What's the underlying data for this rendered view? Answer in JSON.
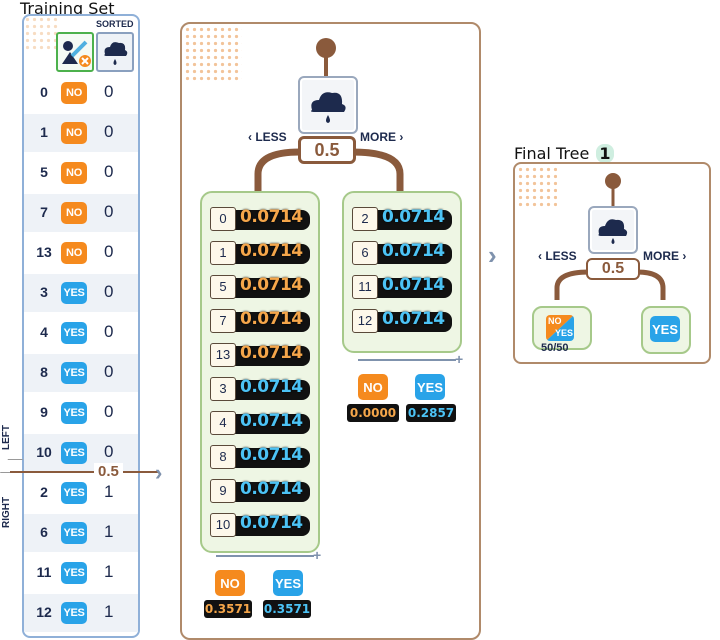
{
  "training_set": {
    "title": "Training Set",
    "sorted_label": "SORTED",
    "left_label": "LEFT",
    "right_label": "RIGHT",
    "split_value": "0.5",
    "rows": [
      {
        "id": "0",
        "label": "NO",
        "value": "0"
      },
      {
        "id": "1",
        "label": "NO",
        "value": "0"
      },
      {
        "id": "5",
        "label": "NO",
        "value": "0"
      },
      {
        "id": "7",
        "label": "NO",
        "value": "0"
      },
      {
        "id": "13",
        "label": "NO",
        "value": "0"
      },
      {
        "id": "3",
        "label": "YES",
        "value": "0"
      },
      {
        "id": "4",
        "label": "YES",
        "value": "0"
      },
      {
        "id": "8",
        "label": "YES",
        "value": "0"
      },
      {
        "id": "9",
        "label": "YES",
        "value": "0"
      },
      {
        "id": "10",
        "label": "YES",
        "value": "0"
      },
      {
        "id": "2",
        "label": "YES",
        "value": "1"
      },
      {
        "id": "6",
        "label": "YES",
        "value": "1"
      },
      {
        "id": "11",
        "label": "YES",
        "value": "1"
      },
      {
        "id": "12",
        "label": "YES",
        "value": "1"
      }
    ]
  },
  "split_panel": {
    "less_label": "LESS",
    "more_label": "MORE",
    "threshold": "0.5",
    "left_items": [
      {
        "id": "0",
        "weight": "0.0714",
        "cls": "NO"
      },
      {
        "id": "1",
        "weight": "0.0714",
        "cls": "NO"
      },
      {
        "id": "5",
        "weight": "0.0714",
        "cls": "NO"
      },
      {
        "id": "7",
        "weight": "0.0714",
        "cls": "NO"
      },
      {
        "id": "13",
        "weight": "0.0714",
        "cls": "NO"
      },
      {
        "id": "3",
        "weight": "0.0714",
        "cls": "YES"
      },
      {
        "id": "4",
        "weight": "0.0714",
        "cls": "YES"
      },
      {
        "id": "8",
        "weight": "0.0714",
        "cls": "YES"
      },
      {
        "id": "9",
        "weight": "0.0714",
        "cls": "YES"
      },
      {
        "id": "10",
        "weight": "0.0714",
        "cls": "YES"
      }
    ],
    "right_items": [
      {
        "id": "2",
        "weight": "0.0714",
        "cls": "YES"
      },
      {
        "id": "6",
        "weight": "0.0714",
        "cls": "YES"
      },
      {
        "id": "11",
        "weight": "0.0714",
        "cls": "YES"
      },
      {
        "id": "12",
        "weight": "0.0714",
        "cls": "YES"
      }
    ],
    "left_sums": {
      "no_label": "NO",
      "no_value": "0.3571",
      "yes_label": "YES",
      "yes_value": "0.3571"
    },
    "right_sums": {
      "no_label": "NO",
      "no_value": "0.0000",
      "yes_label": "YES",
      "yes_value": "0.2857"
    }
  },
  "final_tree": {
    "title": "Final Tree",
    "count": "1",
    "less_label": "LESS",
    "more_label": "MORE",
    "threshold": "0.5",
    "left_leaf": {
      "no": "NO",
      "yes": "YES",
      "ratio": "50/50"
    },
    "right_leaf": {
      "label": "YES"
    }
  },
  "colors": {
    "no": "#f58a1e",
    "yes": "#29a3e8",
    "branch": "#8a5a3c",
    "group_border": "#a6c98a"
  }
}
